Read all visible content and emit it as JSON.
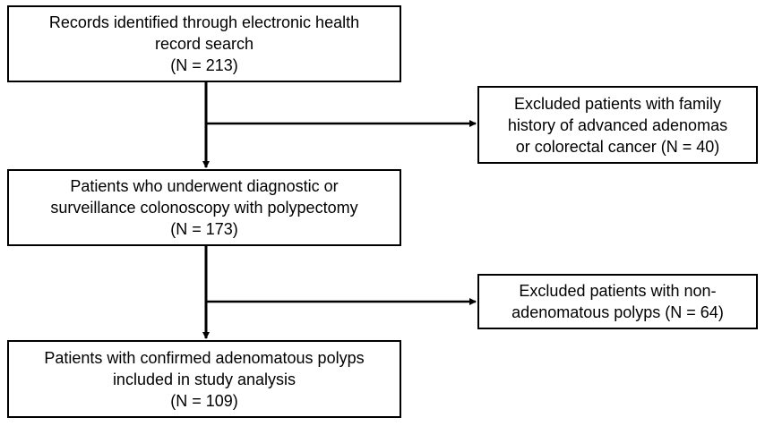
{
  "flowchart": {
    "main_boxes": [
      {
        "id": "identified",
        "lines": [
          "Records identified through electronic health",
          "record search",
          "(N = 213)"
        ]
      },
      {
        "id": "underwent",
        "lines": [
          "Patients who underwent diagnostic or",
          "surveillance colonoscopy with polypectomy",
          "(N = 173)"
        ]
      },
      {
        "id": "included",
        "lines": [
          "Patients with confirmed adenomatous polyps",
          "included in study analysis",
          "(N = 109)"
        ]
      }
    ],
    "exclusion_boxes": [
      {
        "id": "excluded-family-history",
        "lines": [
          "Excluded patients with family",
          "history of advanced adenomas",
          "or colorectal cancer (N = 40)"
        ]
      },
      {
        "id": "excluded-non-adenomatous",
        "lines": [
          "Excluded patients with non-",
          "adenomatous polyps (N = 64)"
        ]
      }
    ],
    "line_color": "#000000"
  }
}
